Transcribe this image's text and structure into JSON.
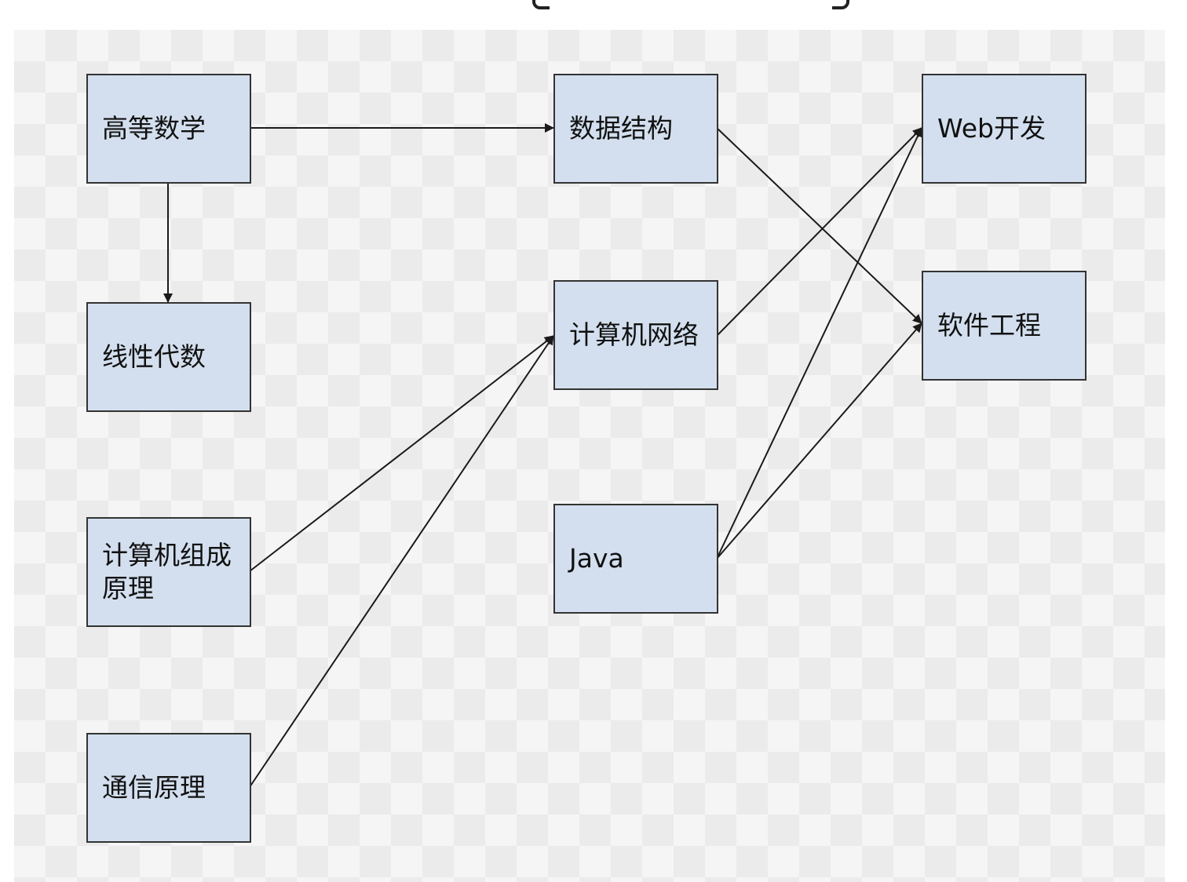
{
  "diagram": {
    "nodes": [
      {
        "id": "gdsx",
        "label": "高等数学"
      },
      {
        "id": "xxds",
        "label": "线性代数"
      },
      {
        "id": "jsjzcyl",
        "label": "计算机组成原理"
      },
      {
        "id": "txyl",
        "label": "通信原理"
      },
      {
        "id": "sjjg",
        "label": "数据结构"
      },
      {
        "id": "jsjwl",
        "label": "计算机网络"
      },
      {
        "id": "java",
        "label": "Java"
      },
      {
        "id": "web",
        "label": "Web开发"
      },
      {
        "id": "rjgc",
        "label": "软件工程"
      }
    ],
    "edges": [
      {
        "from": "gdsx",
        "to": "sjjg"
      },
      {
        "from": "gdsx",
        "to": "xxds"
      },
      {
        "from": "jsjzcyl",
        "to": "jsjwl"
      },
      {
        "from": "txyl",
        "to": "jsjwl"
      },
      {
        "from": "sjjg",
        "to": "rjgc"
      },
      {
        "from": "jsjwl",
        "to": "web"
      },
      {
        "from": "java",
        "to": "web"
      },
      {
        "from": "java",
        "to": "rjgc"
      }
    ]
  },
  "colors": {
    "node_fill": "#d3dfee",
    "node_border": "#333333",
    "edge": "#1a1a1a"
  }
}
